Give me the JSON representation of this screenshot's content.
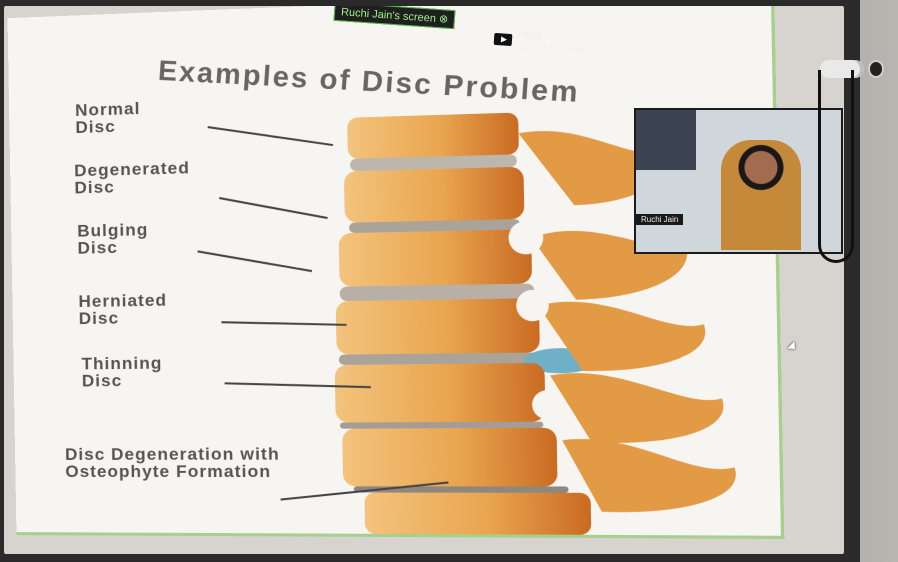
{
  "meeting": {
    "share_banner": "Ruchi Jain's screen",
    "host_label": "Host",
    "host_status": "Live on YouTube",
    "participant_name": "Ruchi Jain"
  },
  "slide": {
    "title": "Examples of Disc Problem",
    "labels": [
      "Normal Disc",
      "Degenerated Disc",
      "Bulging Disc",
      "Herniated Disc",
      "Thinning Disc",
      "Disc Degeneration with Osteophyte Formation"
    ]
  },
  "icons": {
    "share_indicator": "dot-icon",
    "youtube": "youtube-icon",
    "cursor": "pointer-icon",
    "webcam": "webcam-icon"
  },
  "colors": {
    "slide_background": "#f7f5f1",
    "share_accent": "#55c244",
    "bone": "#e9a54f"
  }
}
